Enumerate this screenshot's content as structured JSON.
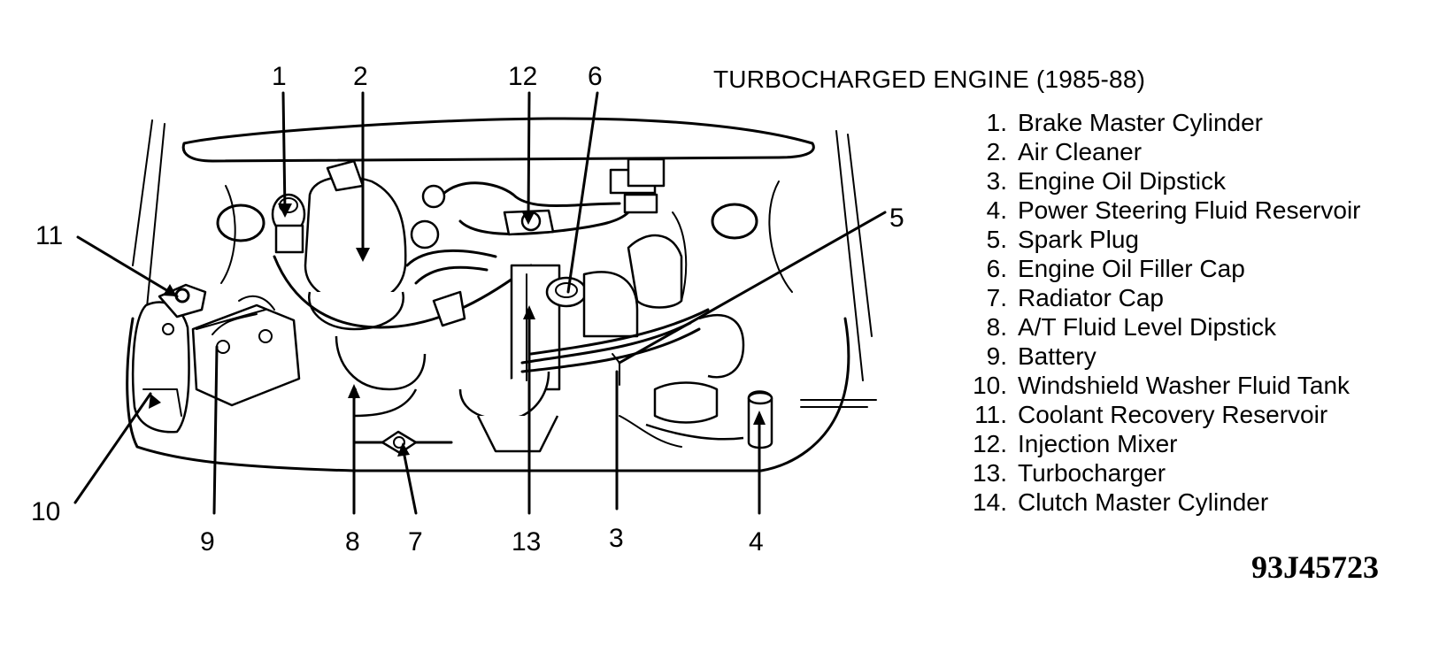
{
  "title": "TURBOCHARGED ENGINE (1985-88)",
  "figure_code": "93J45723",
  "legend": [
    {
      "number": "1.",
      "label": "Brake Master Cylinder"
    },
    {
      "number": "2.",
      "label": "Air Cleaner"
    },
    {
      "number": "3.",
      "label": "Engine Oil Dipstick"
    },
    {
      "number": "4.",
      "label": "Power Steering Fluid Reservoir"
    },
    {
      "number": "5.",
      "label": "Spark Plug"
    },
    {
      "number": "6.",
      "label": "Engine Oil Filler Cap"
    },
    {
      "number": "7.",
      "label": "Radiator Cap"
    },
    {
      "number": "8.",
      "label": "A/T Fluid Level Dipstick"
    },
    {
      "number": "9.",
      "label": "Battery"
    },
    {
      "number": "10.",
      "label": "Windshield Washer Fluid Tank"
    },
    {
      "number": "11.",
      "label": "Coolant Recovery Reservoir"
    },
    {
      "number": "12.",
      "label": "Injection Mixer"
    },
    {
      "number": "13.",
      "label": "Turbocharger"
    },
    {
      "number": "14.",
      "label": "Clutch Master Cylinder"
    }
  ],
  "callouts": {
    "c1": "1",
    "c2": "2",
    "c12": "12",
    "c6": "6",
    "c5": "5",
    "c11": "11",
    "c10": "10",
    "c9": "9",
    "c8": "8",
    "c7": "7",
    "c13": "13",
    "c3": "3",
    "c4": "4"
  }
}
